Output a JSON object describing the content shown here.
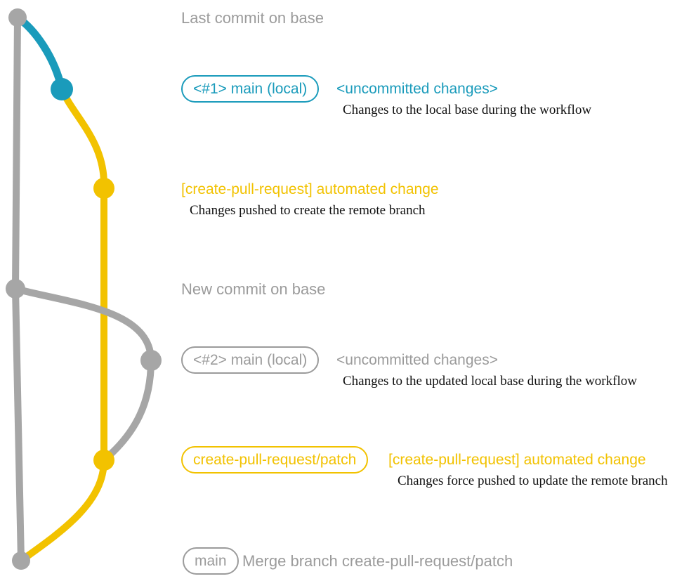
{
  "colors": {
    "gray": "#a6a6a6",
    "gray_text": "#9b9b9b",
    "blue": "#1a9bbb",
    "yellow": "#f2c200",
    "desc": "#111111"
  },
  "graph": {
    "type": "git-branch-diagram",
    "branches": [
      {
        "name": "base",
        "color_key": "gray"
      },
      {
        "name": "main-local-1",
        "color_key": "blue"
      },
      {
        "name": "create-pull-request/patch",
        "color_key": "yellow"
      },
      {
        "name": "main-local-2-rebased",
        "color_key": "gray"
      }
    ],
    "commits": [
      {
        "id": "last-commit-on-base",
        "color_key": "gray"
      },
      {
        "id": "uncommitted-changes-1",
        "color_key": "blue"
      },
      {
        "id": "automated-change-1",
        "color_key": "yellow"
      },
      {
        "id": "new-commit-on-base",
        "color_key": "gray"
      },
      {
        "id": "uncommitted-changes-2",
        "color_key": "gray"
      },
      {
        "id": "automated-change-2",
        "color_key": "yellow"
      },
      {
        "id": "merge-commit",
        "color_key": "gray"
      }
    ]
  },
  "labels": {
    "last_commit_on_base": "Last commit on base",
    "branch1_badge": "<#1> main (local)",
    "branch1_title": "<uncommitted changes>",
    "branch1_desc": "Changes to the local base during the workflow",
    "commit1_title": "[create-pull-request] automated change",
    "commit1_desc": "Changes pushed to create the remote branch",
    "new_commit_on_base": "New commit on base",
    "branch2_badge": "<#2> main (local)",
    "branch2_title": "<uncommitted changes>",
    "branch2_desc": "Changes to the updated local base during the workflow",
    "patch_badge": "create-pull-request/patch",
    "patch_title": "[create-pull-request] automated change",
    "patch_desc": "Changes force pushed to update the remote branch",
    "main_badge": "main",
    "merge_title": "Merge branch create-pull-request/patch"
  }
}
